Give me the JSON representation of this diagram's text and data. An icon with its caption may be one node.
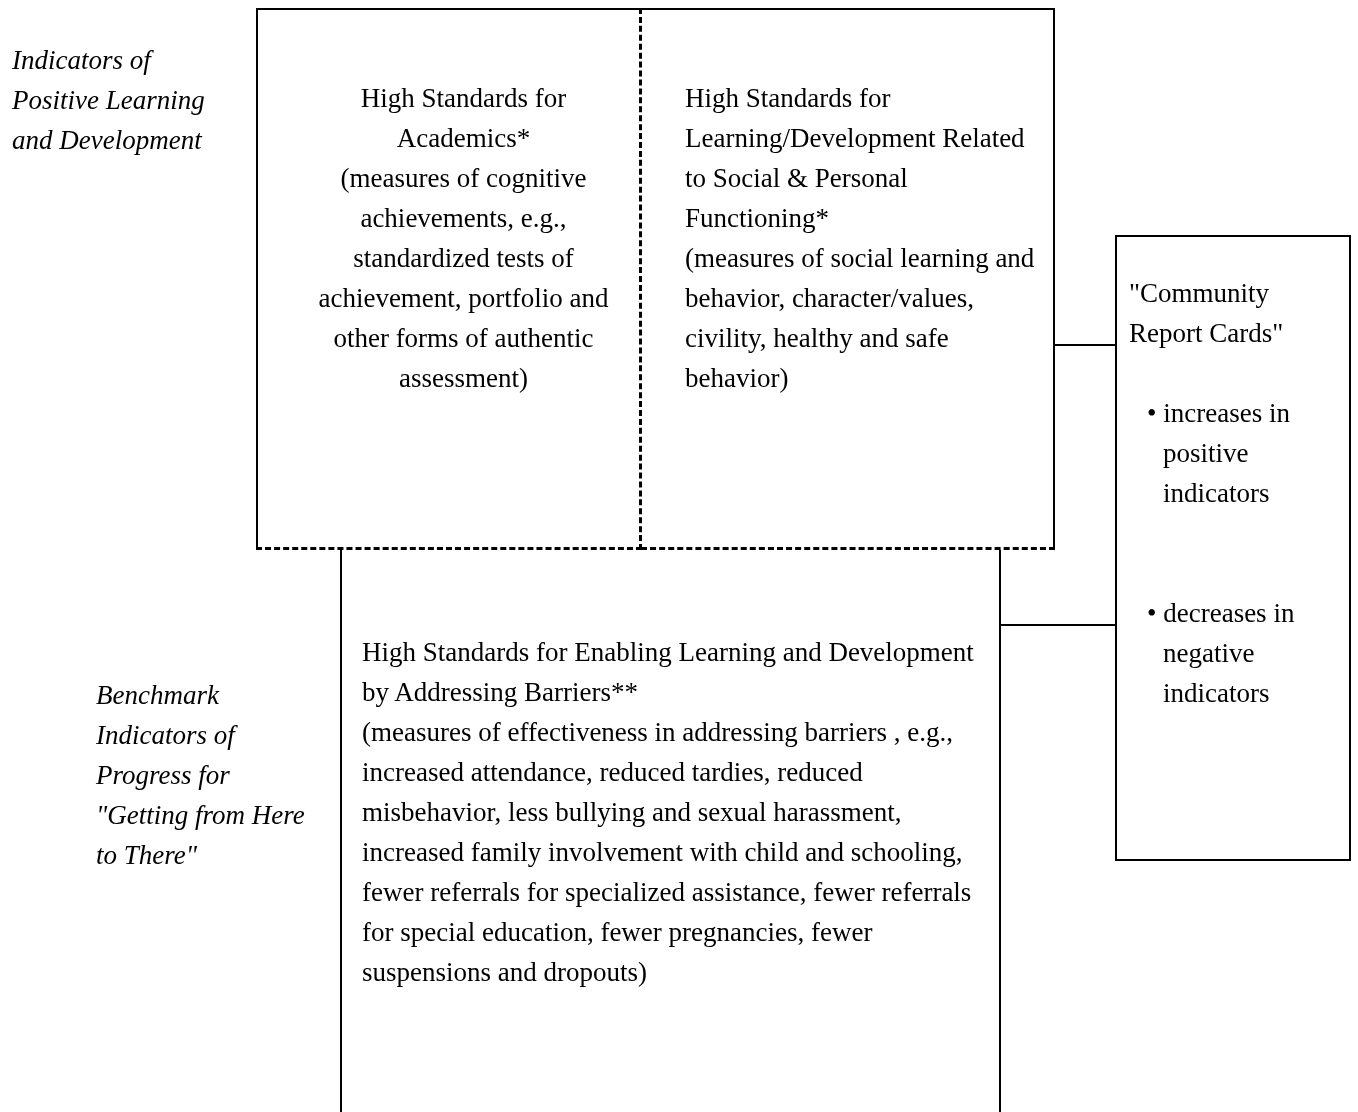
{
  "diagram": {
    "nodes": [
      {
        "text": [
          "High Standards for Academics*",
          "(measures of cognitive achievements, e.g., standardized tests of achievement, portfolio and other forms of authentic assessment)"
        ]
      },
      {
        "text": [
          "High Standards for Learning/Development Related to Social & Personal Functioning*",
          "(measures of social learning and behavior, character/values, civility, healthy and safe behavior)"
        ]
      },
      {
        "text": [
          "High Standards for Enabling Learning and Development by Addressing Barriers**",
          "(measures of effectiveness in addressing barriers , e.g., increased attendance, reduced tardies, reduced misbehavior, less bullying and sexual harassment, increased family involvement with child and schooling, fewer referrals for specialized assistance, fewer referrals for special education, fewer pregnancies, fewer suspensions and dropouts)"
        ]
      },
      {
        "text": [
          "\"Community Report Cards\"",
          "• increases in positive indicators",
          "• decreases in negative indicators"
        ]
      }
    ],
    "edges": [
      {
        "from": 1,
        "to": 3,
        "arrow": "none"
      },
      {
        "from": 2,
        "to": 3,
        "arrow": "none"
      }
    ],
    "labels": [
      "Indicators of Positive Learning and Development",
      "Benchmark Indicators of Progress for \"Getting from Here to There\""
    ]
  }
}
